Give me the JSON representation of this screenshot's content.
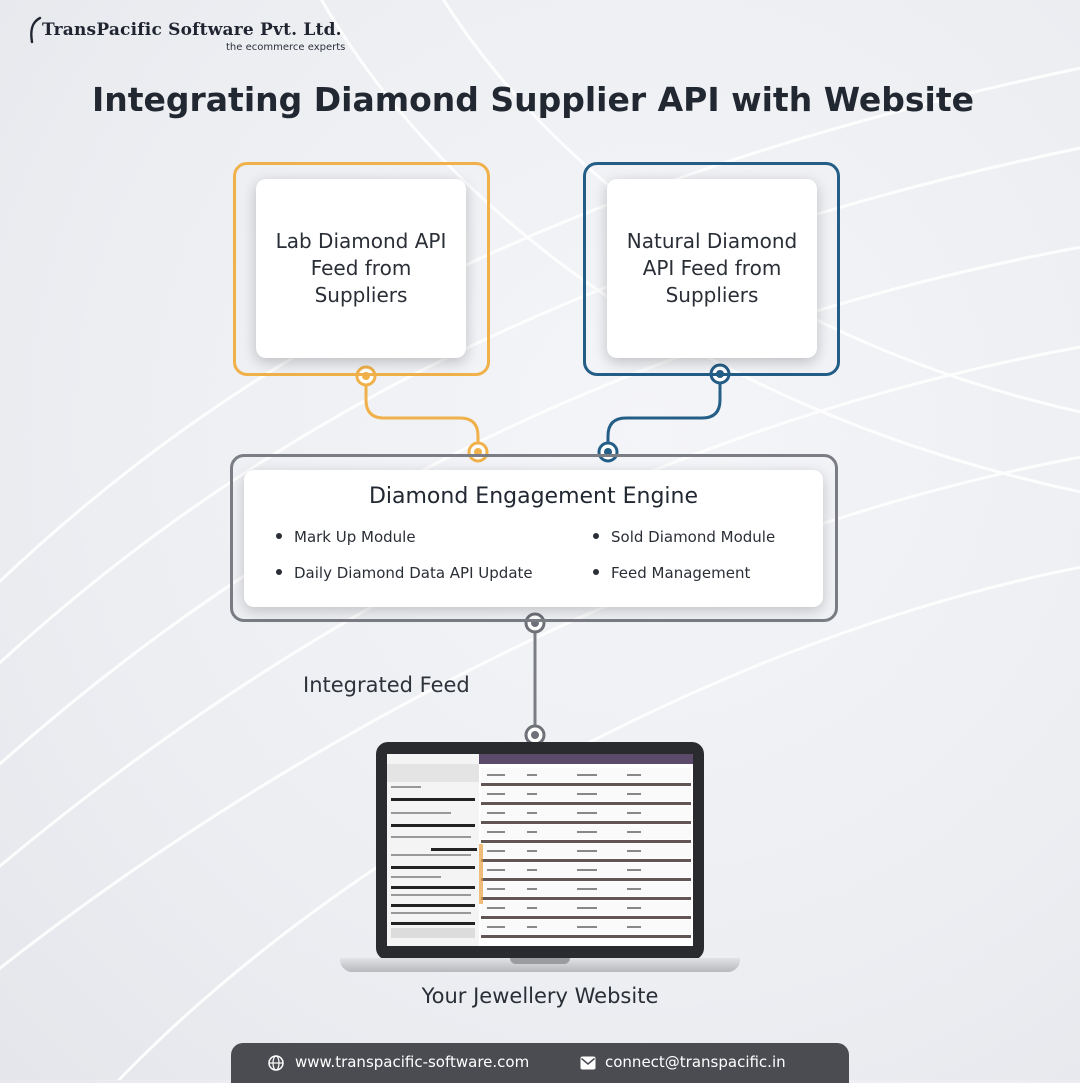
{
  "brand": {
    "name": "TransPacific Software Pvt. Ltd.",
    "tagline": "the ecommerce experts"
  },
  "title": "Integrating Diamond Supplier API with Website",
  "sources": [
    {
      "label": "Lab Diamond API Feed from Suppliers",
      "color": "#f0b14a"
    },
    {
      "label": "Natural Diamond API Feed from Suppliers",
      "color": "#245e87"
    }
  ],
  "engine": {
    "title": "Diamond Engagement Engine",
    "modules": [
      "Mark Up Module",
      "Daily Diamond Data API Update",
      "Sold Diamond Module",
      "Feed Management"
    ],
    "color": "#7a7d84"
  },
  "connector_label": "Integrated Feed",
  "destination": "Your Jewellery Website",
  "footer": {
    "website": "www.transpacific-software.com",
    "email": "connect@transpacific.in"
  },
  "icons": {
    "website": "globe-icon",
    "email": "envelope-icon"
  }
}
